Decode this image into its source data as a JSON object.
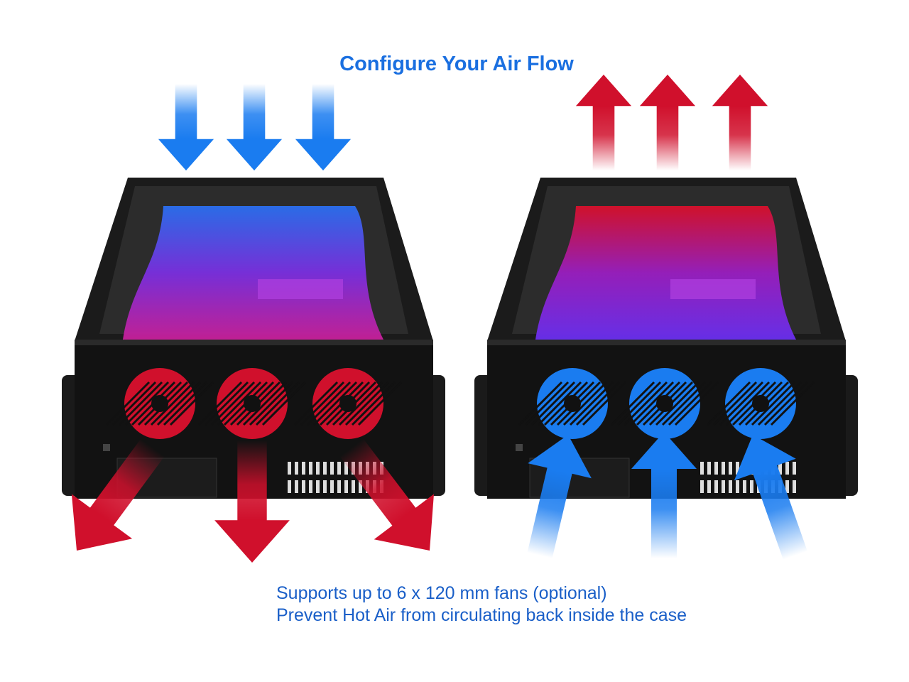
{
  "title": "Configure Your Air Flow",
  "captions": [
    "Supports up to 6 x 120 mm fans (optional)",
    "Prevent Hot Air from circulating back inside the case"
  ],
  "colors": {
    "title": "#1a6fe0",
    "caption": "#1a5fc8",
    "cool_air": "#1a7cf0",
    "hot_air": "#d0102c",
    "case": "#111111"
  },
  "configurations": [
    {
      "name": "top-intake-front-exhaust",
      "top_flow": "intake",
      "front_flow": "exhaust"
    },
    {
      "name": "front-intake-top-exhaust",
      "top_flow": "exhaust",
      "front_flow": "intake"
    }
  ]
}
